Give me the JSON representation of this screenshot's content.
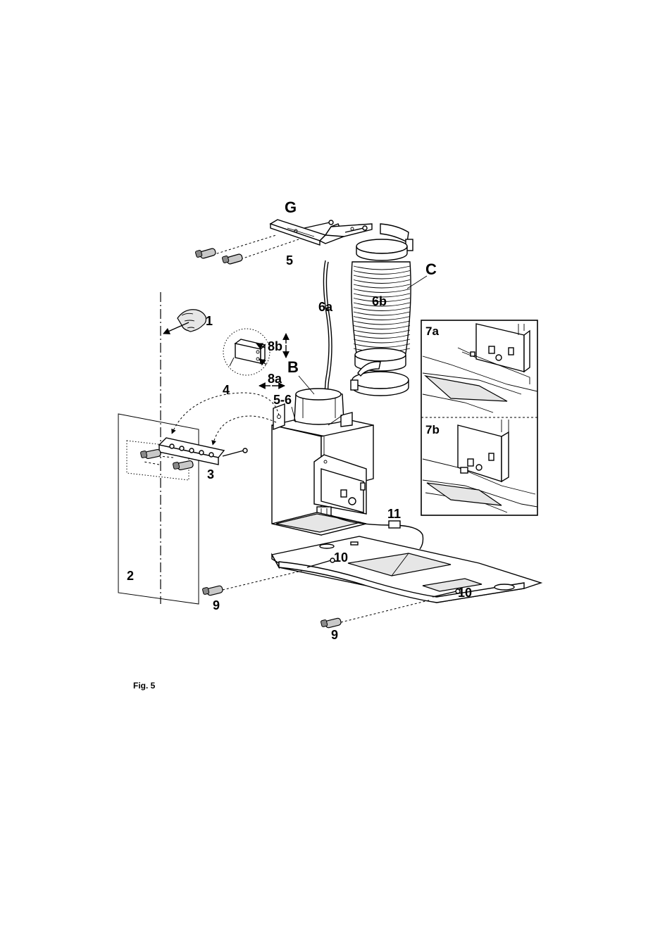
{
  "labels": {
    "G": "G",
    "n5_top": "5",
    "C": "C",
    "n6a": "6a",
    "n6b": "6b",
    "n1": "1",
    "n8b": "8b",
    "B": "B",
    "n8a": "8a",
    "n4": "4",
    "n5_6": "5-6",
    "n3": "3",
    "n2": "2",
    "n11": "11",
    "n10_left": "10",
    "n10_right": "10",
    "n9_left": "9",
    "n9_right": "9",
    "n7a": "7a",
    "n7b": "7b"
  },
  "caption": "Fig. 5"
}
